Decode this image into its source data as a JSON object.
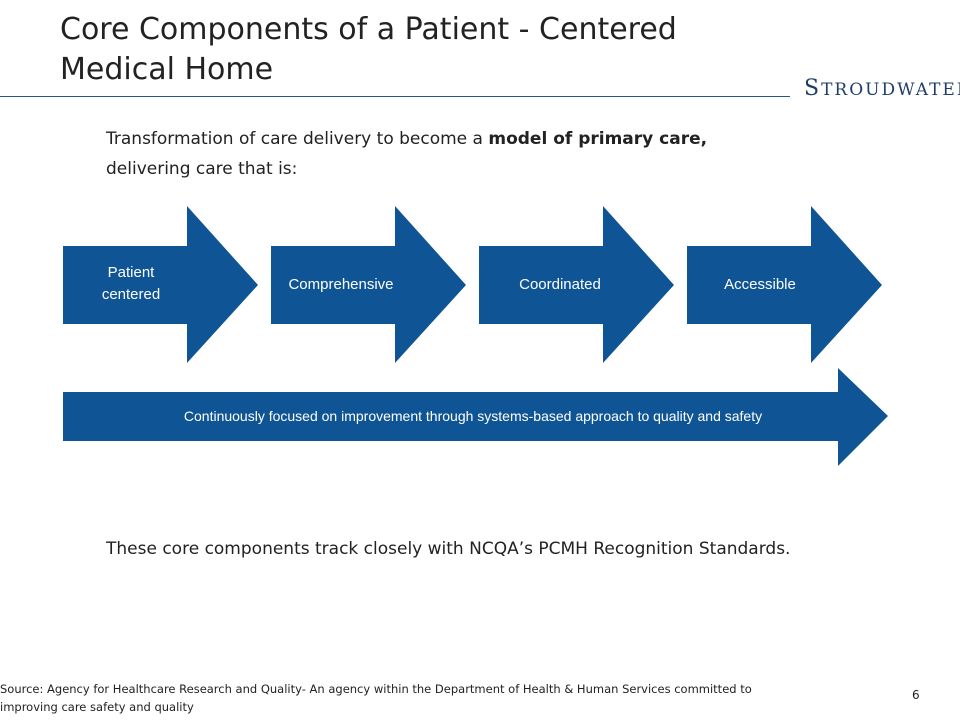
{
  "slide": {
    "title": "Core Components of a Patient - Centered Medical Home",
    "logo_text_first": "S",
    "logo_text_rest": "TROUDWATER",
    "intro_pre": "Transformation of care delivery to become a ",
    "intro_bold": "model of primary care,",
    "intro_post": "delivering care that is:",
    "components": [
      {
        "label": "Patient centered"
      },
      {
        "label": "Comprehensive"
      },
      {
        "label": "Coordinated"
      },
      {
        "label": "Accessible"
      }
    ],
    "continuous_label": "Continuously focused on improvement through systems-based approach to quality and safety",
    "closing": "These core components track closely with NCQA’s PCMH Recognition Standards.",
    "source": "Source: Agency for Healthcare Research and Quality- An agency within the Department of Health & Human Services committed to improving care safety and quality",
    "page_number": "6",
    "colors": {
      "arrow_fill": "#0f5596",
      "rule": "#1f5a8c",
      "logo": "#1f3e66"
    }
  }
}
